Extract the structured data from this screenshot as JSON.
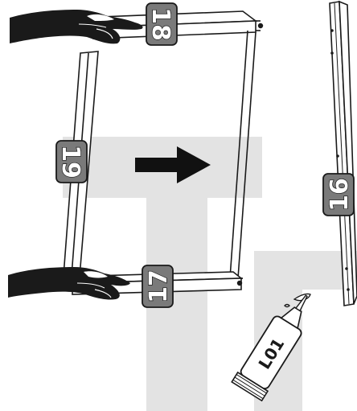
{
  "part_labels": {
    "top_rail": "18",
    "left_rail": "19",
    "bottom_rail": "17",
    "side_panel": "16"
  },
  "glue_label": "L01",
  "icons": {
    "direction": "arrow-right-icon",
    "hand": "hand-icon",
    "glue": "glue-tube-icon"
  },
  "colors": {
    "watermark": "#e3e3e3",
    "tag_fill": "#7a7a7a",
    "line": "#1a1a1a",
    "hand": "#1a1a1a"
  }
}
